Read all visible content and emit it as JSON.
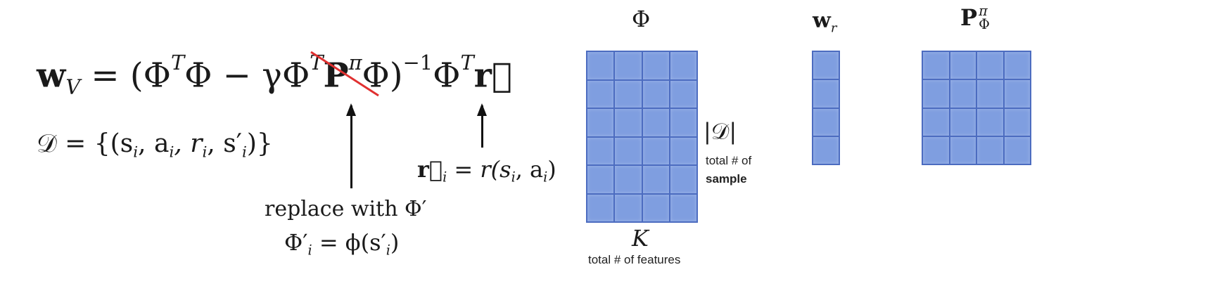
{
  "equation": {
    "lhs": "w",
    "lhs_sub": "V",
    "eq": "=",
    "open": "(Φ",
    "t1": "T",
    "mid1": "Φ − γΦ",
    "t2": "T",
    "p": "P",
    "pi": "π",
    "phi_close": "Φ",
    "close": ")",
    "inv": "−1",
    "phi2": "Φ",
    "t3": "T",
    "r": "r⃗"
  },
  "dataset": {
    "text": "𝒟 = {(s",
    "i1": "i",
    "a": ", a",
    "i2": "i",
    "r": ", r",
    "i3": "i",
    "s2": ", s′",
    "i4": "i",
    "end": ")}"
  },
  "reward_def": {
    "lhs": "r⃗",
    "lhs_sub": "i",
    "rest": " = r(s",
    "i1": "i",
    "a": ", a",
    "i2": "i",
    "end": ")"
  },
  "replace_note": {
    "line1": "replace with Φ′",
    "line2_lhs": "Φ′",
    "line2_sub": "i",
    "line2_rest": " = ϕ(s′",
    "line2_sub2": "i",
    "line2_end": ")"
  },
  "matrices": {
    "phi": {
      "label": "Φ",
      "rows": 6,
      "cols": 4,
      "row_label": "|𝒟|",
      "row_note1": "total # of",
      "row_note2": "sample",
      "col_label": "K",
      "col_note": "total # of features"
    },
    "w": {
      "label": "w",
      "label_sub": "r",
      "rows": 4,
      "cols": 1
    },
    "p": {
      "label": "P",
      "label_sup": "π",
      "label_sub": "Φ",
      "rows": 4,
      "cols": 4
    }
  },
  "colors": {
    "cell": "#7f9ee0",
    "cell_border": "#4c6cc0",
    "strike": "#e03030"
  }
}
